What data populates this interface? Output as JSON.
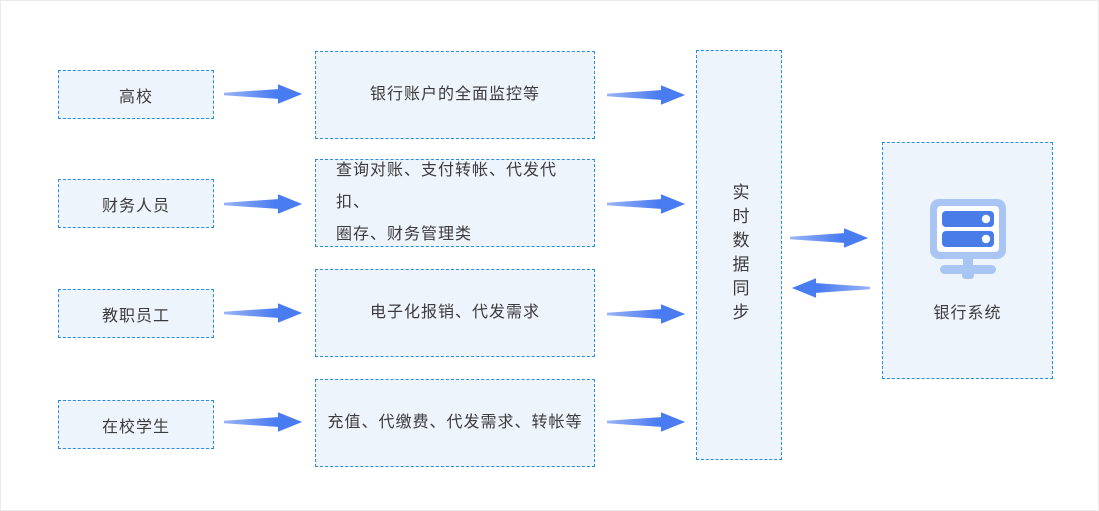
{
  "diagram": {
    "actors": [
      {
        "label": "高校"
      },
      {
        "label": "财务人员"
      },
      {
        "label": "教职员工"
      },
      {
        "label": "在校学生"
      }
    ],
    "services": [
      {
        "lines": [
          "银行账户的全面监控等"
        ]
      },
      {
        "lines": [
          "查询对账、支付转帐、代发代扣、",
          "圈存、财务管理类"
        ]
      },
      {
        "lines": [
          "电子化报销、代发需求"
        ]
      },
      {
        "lines": [
          "充值、代缴费、代发需求、转帐等"
        ]
      }
    ],
    "sync": {
      "label": "实时数据同步"
    },
    "bank": {
      "label": "银行系统",
      "icon": "server-icon"
    },
    "theme": {
      "box_border_color": "#2b8ae2",
      "box_fill_color": "#eef4fc",
      "arrow_color": "#4a7cf1",
      "arrow_tail_color": "#9ab3f6",
      "icon_frame_color": "#a9c5f4",
      "icon_bar_color": "#4a7ce8",
      "text_color": "#3b3b3b"
    }
  }
}
